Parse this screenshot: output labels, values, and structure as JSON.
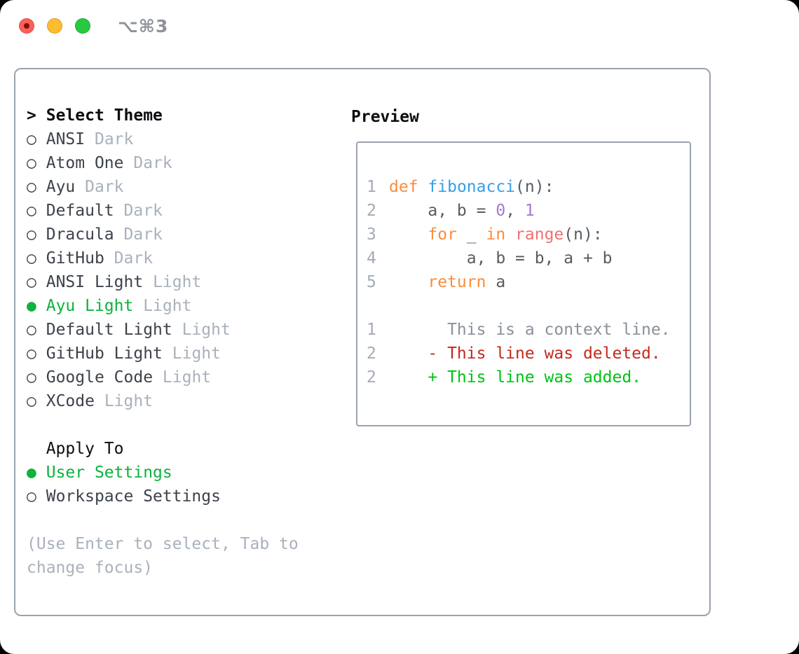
{
  "titlebar": {
    "title": "⌥⌘3"
  },
  "panel": {
    "theme_list": {
      "cursor": ">",
      "header": "Select Theme",
      "marker_selected": "●",
      "marker_unselected": "○",
      "items": [
        {
          "name": "ANSI",
          "variant": "Dark",
          "selected": false
        },
        {
          "name": "Atom One",
          "variant": "Dark",
          "selected": false
        },
        {
          "name": "Ayu",
          "variant": "Dark",
          "selected": false
        },
        {
          "name": "Default",
          "variant": "Dark",
          "selected": false
        },
        {
          "name": "Dracula",
          "variant": "Dark",
          "selected": false
        },
        {
          "name": "GitHub",
          "variant": "Dark",
          "selected": false
        },
        {
          "name": "ANSI Light",
          "variant": "Light",
          "selected": false
        },
        {
          "name": "Ayu Light",
          "variant": "Light",
          "selected": true
        },
        {
          "name": "Default Light",
          "variant": "Light",
          "selected": false
        },
        {
          "name": "GitHub Light",
          "variant": "Light",
          "selected": false
        },
        {
          "name": "Google Code",
          "variant": "Light",
          "selected": false
        },
        {
          "name": "XCode",
          "variant": "Light",
          "selected": false
        }
      ]
    },
    "apply_to": {
      "header": "Apply To",
      "options": [
        {
          "label": "User Settings",
          "selected": true
        },
        {
          "label": "Workspace Settings",
          "selected": false
        }
      ]
    },
    "hint_lines": [
      "(Use Enter to select, Tab to",
      "change focus)"
    ]
  },
  "preview": {
    "header": "Preview",
    "code_lines": [
      {
        "num": "1",
        "segments": [
          {
            "t": "def",
            "s": "kw"
          },
          {
            "t": " ",
            "s": "plain"
          },
          {
            "t": "fibonacci",
            "s": "fn"
          },
          {
            "t": "(n):",
            "s": "plain"
          }
        ]
      },
      {
        "num": "2",
        "segments": [
          {
            "t": "    a, b = ",
            "s": "plain"
          },
          {
            "t": "0",
            "s": "num"
          },
          {
            "t": ", ",
            "s": "plain"
          },
          {
            "t": "1",
            "s": "num"
          }
        ]
      },
      {
        "num": "3",
        "segments": [
          {
            "t": "    ",
            "s": "plain"
          },
          {
            "t": "for",
            "s": "kw"
          },
          {
            "t": " _ ",
            "s": "plain"
          },
          {
            "t": "in",
            "s": "kw"
          },
          {
            "t": " ",
            "s": "plain"
          },
          {
            "t": "range",
            "s": "builtin"
          },
          {
            "t": "(n):",
            "s": "plain"
          }
        ]
      },
      {
        "num": "4",
        "segments": [
          {
            "t": "        a, b = b, a + b",
            "s": "plain"
          }
        ]
      },
      {
        "num": "5",
        "segments": [
          {
            "t": "    ",
            "s": "plain"
          },
          {
            "t": "return",
            "s": "kw"
          },
          {
            "t": " a",
            "s": "plain"
          }
        ]
      },
      {
        "num": "",
        "segments": []
      },
      {
        "num": "1",
        "segments": [
          {
            "t": "      This is a context line.",
            "s": "ctx"
          }
        ]
      },
      {
        "num": "2",
        "segments": [
          {
            "t": "    - This line was deleted.",
            "s": "del"
          }
        ]
      },
      {
        "num": "2",
        "segments": [
          {
            "t": "    + This line was added.",
            "s": "add"
          }
        ]
      }
    ]
  },
  "colors": {
    "accent_green": "#0cb33c",
    "diff_added": "#00c213",
    "diff_deleted": "#c5291b",
    "keyword": "#fa8d3e",
    "function": "#399ee6",
    "number": "#a37acc",
    "builtin": "#f07171",
    "code_plain": "#565c63",
    "line_number": "#a3abb5",
    "context": "#8a9199",
    "text_primary": "#0b0d10",
    "item_text": "#3d424a",
    "muted": "#a9b1bc",
    "border": "#9aa2ae",
    "traffic_red": "#ff5f57",
    "traffic_yellow": "#febc2e",
    "traffic_green": "#28c840",
    "title_text": "#8e9299"
  }
}
